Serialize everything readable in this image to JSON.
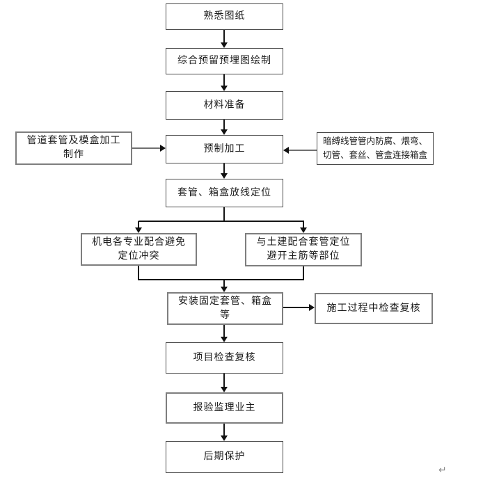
{
  "flowchart": {
    "nodes": {
      "review_drawings": "熟悉图纸",
      "embedding_drawing": "综合预留预埋图绘制",
      "material_preparation": "材料准备",
      "prefabrication": "预制加工",
      "sleeve_box_layout": "套管、箱盒放线定位",
      "mep_coordination": "机电各专业配合避免\n定位冲突",
      "civil_coordination": "与土建配合套管定位\n避开主筋等部位",
      "install_fix_sleeves": "安装固定套管、箱盒\n等",
      "project_check": "项目检查复核",
      "report_supervision": "报验监理业主",
      "later_protection": "后期保护",
      "pipe_sleeve_fabrication": "管道套管及模盒加工\n制作",
      "conduit_prefab_detail": "暗缚线管管内防腐、煨弯、\n切管、套丝、管盒连接箱盒",
      "inprocess_inspection": "施工过程中检查复核"
    },
    "return_mark": "↵"
  }
}
